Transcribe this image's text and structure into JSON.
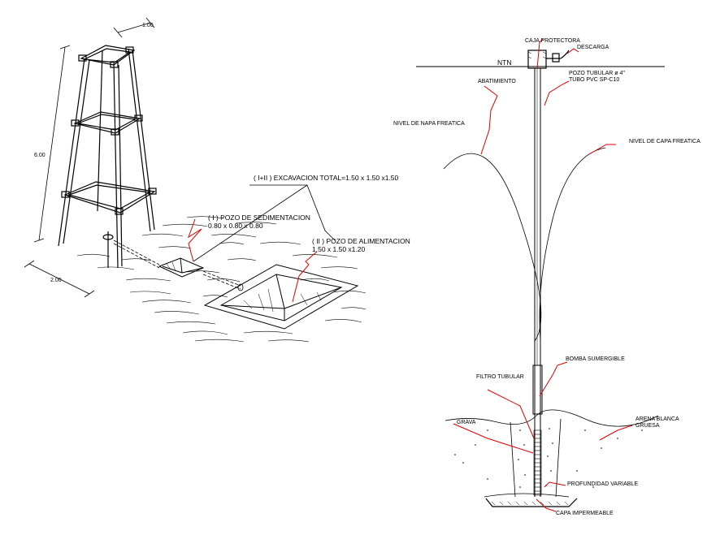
{
  "tower": {
    "dim_width": "1.00",
    "dim_height": "6.00",
    "dim_base": "2.00"
  },
  "excavation": {
    "total": "( I+II ) EXCAVACION TOTAL=1.50 x 1.50 x1.50",
    "sed_title": "( I ) POZO DE SEDIMENTACION",
    "sed_dims": "0.80 x 0.80 x 0.80",
    "feed_title": "( II ) POZO DE ALIMENTACION",
    "feed_dims": "1.50 x 1.50 x1.20"
  },
  "well": {
    "caja": "CAJA PROTECTORA",
    "descarga": "DESCARGA",
    "ntn": "NTN",
    "pozo_tubular": "POZO TUBULAR ø 4\"",
    "tubo": "TUBO PVC SP-C10",
    "abatimiento": "ABATIMIENTO",
    "napa_left": "NIVEL DE NAPA FREATICA",
    "napa_right": "NIVEL DE CAPA FREATICA",
    "bomba": "BOMBA SUMERGIBLE",
    "filtro": "FILTRO TUBULAR",
    "grava": "GRAVA",
    "arena1": "ARENA BLANCA",
    "arena2": "GRUESA",
    "profundidad": "PROFUNDIDAD VARIABLE",
    "capa": "CAPA IMPERMEABLE"
  },
  "colors": {
    "leader": "#e00000",
    "line": "#000000"
  }
}
